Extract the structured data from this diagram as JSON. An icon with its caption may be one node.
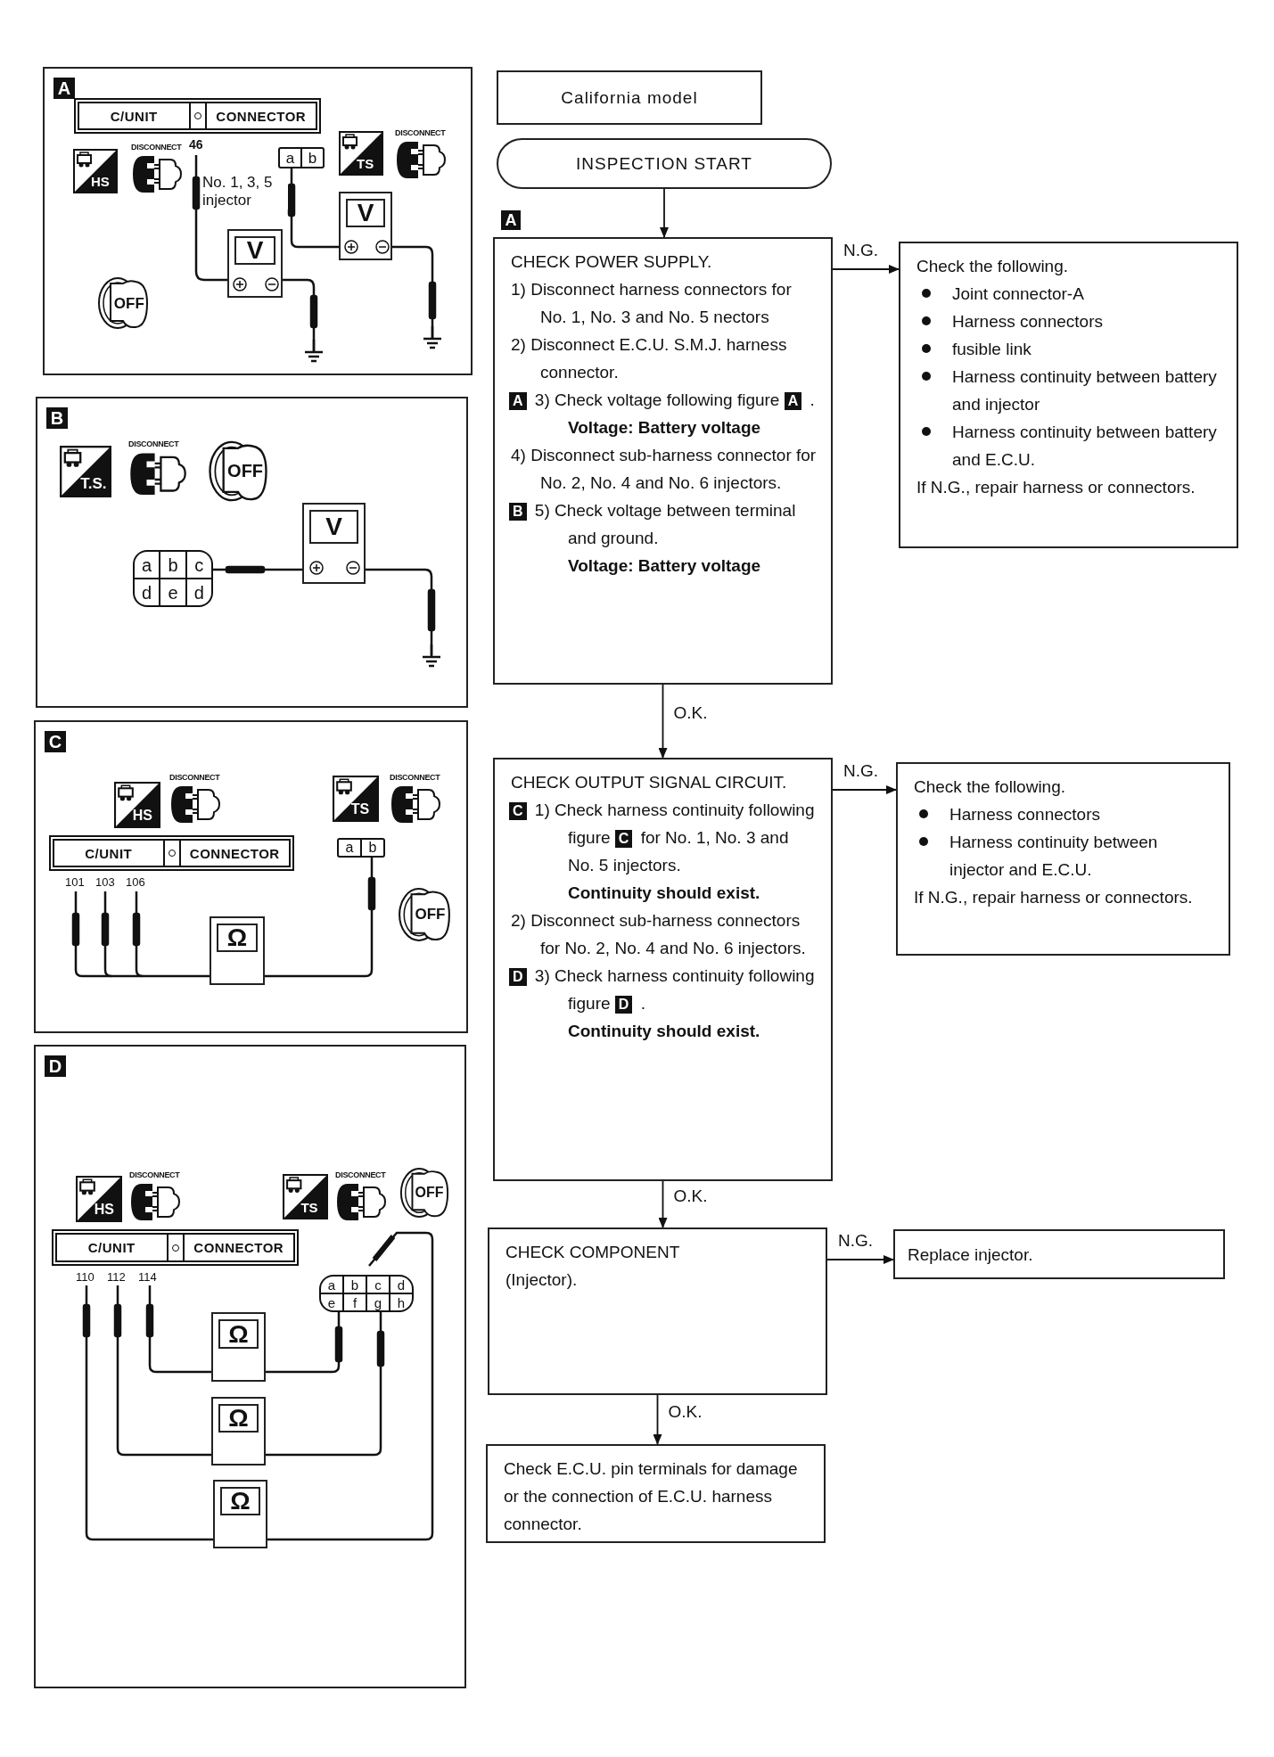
{
  "diagram": {
    "nodes": [
      {
        "text": [
          "A"
        ]
      },
      {
        "text": [
          "B"
        ]
      },
      {
        "text": [
          "C"
        ]
      },
      {
        "text": [
          "D"
        ]
      },
      {
        "text": [
          "California model"
        ]
      },
      {
        "text": [
          "INSPECTION START"
        ]
      },
      {
        "text": [
          "CHECK POWER SUPPLY.",
          "1) Disconnect harness connectors for No. 1, No. 3 and No. 5 nectors",
          "2) Disconnect E.C.U. S.M.J. harness connector.",
          "**A** 3) Check voltage following figure **A** .",
          "Voltage: Battery voltage",
          "4) Disconnect sub-harness connector for No. 2, No. 4 and No. 6 injectors.",
          "**B** 5) Check voltage between terminal and ground.",
          "Voltage: Battery voltage"
        ]
      },
      {
        "text": [
          "Check the following.",
          "Joint connector-A",
          "Harness connectors",
          "fusible link",
          "Harness continuity between battery and injector",
          "Harness continuity between battery and E.C.U.",
          "If N.G., repair harness or connectors."
        ]
      },
      {
        "text": [
          "CHECK OUTPUT SIGNAL CIRCUIT.",
          "**C** 1) Check harness continuity following figure **C** for No. 1, No. 3 and No. 5 injectors.",
          "Continuity should exist.",
          "2) Disconnect sub-harness connectors for No. 2, No. 4 and No. 6 injectors.",
          "**D** 3) Check harness continuity following figure **D** .",
          "Continuity should exist."
        ]
      },
      {
        "text": [
          "Check the following.",
          "Harness connectors",
          "Harness continuity between injector and E.C.U.",
          "If N.G., repair harness or connectors."
        ]
      },
      {
        "text": [
          "CHECK COMPONENT",
          "(Injector)."
        ]
      },
      {
        "text": [
          "Replace injector."
        ]
      },
      {
        "text": [
          "Check E.C.U. pin terminals for damage or the connection of E.C.U. harness connector."
        ]
      }
    ],
    "edges": [
      {
        "from": 5,
        "to": 6,
        "arrow": "to"
      },
      {
        "from": 6,
        "to": 7,
        "arrow": "to",
        "label": "N.G."
      },
      {
        "from": 6,
        "to": 8,
        "arrow": "to",
        "label": "O.K."
      },
      {
        "from": 8,
        "to": 9,
        "arrow": "to",
        "label": "N.G."
      },
      {
        "from": 8,
        "to": 10,
        "arrow": "to",
        "label": "O.K."
      },
      {
        "from": 10,
        "to": 11,
        "arrow": "to",
        "label": "N.G."
      },
      {
        "from": 10,
        "to": 12,
        "arrow": "to",
        "label": "O.K."
      }
    ],
    "labels": [
      "C/UNIT",
      "CONNECTOR",
      "46",
      "DISCONNECT",
      "HS",
      "No. 1, 3, 5 injector",
      "a",
      "b",
      "TS",
      "DISCONNECT",
      "V",
      "V",
      "OFF",
      "A",
      "T.S.",
      "DISCONNECT",
      "OFF",
      "V",
      "a",
      "b",
      "c",
      "d",
      "e",
      "d",
      "HS",
      "DISCONNECT",
      "TS",
      "DISCONNECT",
      "C/UNIT",
      "CONNECTOR",
      "a",
      "b",
      "101",
      "103",
      "106",
      "Ω",
      "OFF",
      "HS",
      "DISCONNECT",
      "TS",
      "DISCONNECT",
      "OFF",
      "C/UNIT",
      "CONNECTOR",
      "110",
      "112",
      "114",
      "a",
      "b",
      "c",
      "d",
      "e",
      "f",
      "g",
      "h",
      "Ω",
      "Ω",
      "Ω"
    ]
  }
}
